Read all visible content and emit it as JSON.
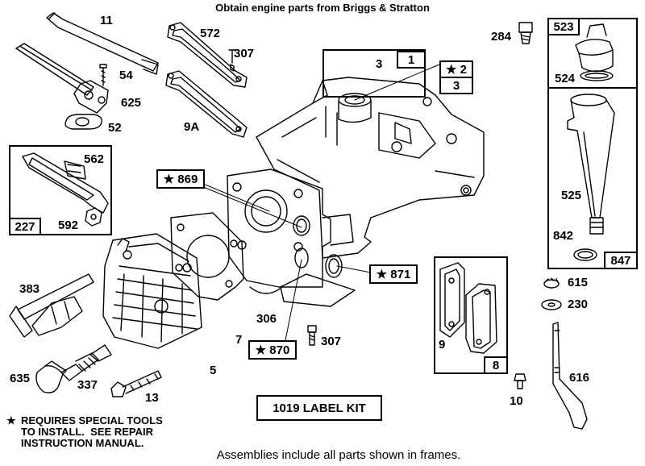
{
  "header": {
    "title": "Obtain engine parts from Briggs & Stratton"
  },
  "footer": {
    "text": "Assemblies include all parts shown in frames."
  },
  "note": {
    "symbol": "★",
    "text": "REQUIRES SPECIAL TOOLS\nTO INSTALL.  SEE REPAIR\nINSTRUCTION MANUAL."
  },
  "label_kit": {
    "text": "1019 LABEL KIT"
  },
  "callouts": {
    "p11": "11",
    "p54": "54",
    "p625": "625",
    "p52": "52",
    "p572": "572",
    "p307a": "307",
    "p9a": "9A",
    "p3": "3",
    "p3b": "3",
    "p284": "284",
    "p524": "524",
    "p525": "525",
    "p842": "842",
    "p562": "562",
    "p592": "592",
    "p383": "383",
    "p635": "635",
    "p337": "337",
    "p13": "13",
    "p5": "5",
    "p306": "306",
    "p7": "7",
    "p307b": "307",
    "p9": "9",
    "p615": "615",
    "p230": "230",
    "p616": "616",
    "p10": "10"
  },
  "boxed": {
    "b1": "1",
    "b2": "★ 2",
    "b523": "523",
    "b847": "847",
    "b227": "227",
    "b869": "★ 869",
    "b871": "★ 871",
    "b870": "★ 870",
    "b8": "8"
  }
}
